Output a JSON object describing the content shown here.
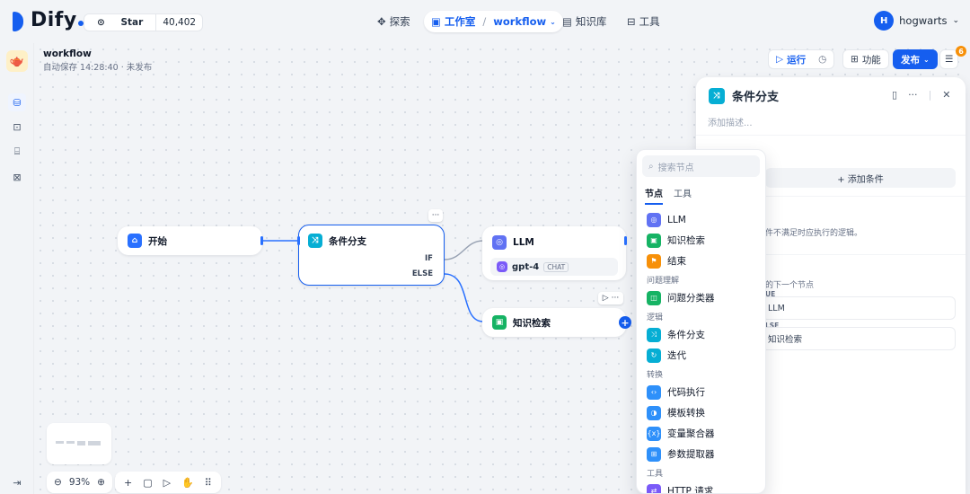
{
  "brand": {
    "name": "Dify"
  },
  "github": {
    "star_label": "Star",
    "count": "40,402"
  },
  "nav": {
    "explore": "探索",
    "studio": "工作室",
    "app_name": "workflow",
    "knowledge": "知识库",
    "tools": "工具"
  },
  "user": {
    "initial": "H",
    "name": "hogwarts"
  },
  "workflow": {
    "name": "workflow",
    "status": "自动保存 14:28:40 · 未发布"
  },
  "toolbar": {
    "run": "运行",
    "features": "功能",
    "publish": "发布",
    "badge": "6"
  },
  "nodes": {
    "start": "开始",
    "if_else": {
      "title": "条件分支",
      "if": "IF",
      "else": "ELSE"
    },
    "llm": {
      "title": "LLM",
      "model": "gpt-4",
      "mode": "CHAT"
    },
    "knowledge": "知识检索"
  },
  "panel": {
    "title": "条件分支",
    "description_placeholder": "添加描述...",
    "add_condition": "+ 添加条件",
    "else_hint": "件不满足时应执行的逻辑。",
    "next_hint": "的下一个节点",
    "route_true_label": "UE",
    "route_true_target": "LLM",
    "route_false_label": "LSE",
    "route_false_target": "知识检索"
  },
  "menu": {
    "search_placeholder": "搜索节点",
    "tabs": [
      "节点",
      "工具"
    ],
    "items": [
      {
        "type": "item",
        "label": "LLM",
        "color": "#6172f3",
        "glyph": "◎"
      },
      {
        "type": "item",
        "label": "知识检索",
        "color": "#16b364",
        "glyph": "▣"
      },
      {
        "type": "item",
        "label": "结束",
        "color": "#f79009",
        "glyph": "⚑"
      },
      {
        "type": "group",
        "label": "问题理解"
      },
      {
        "type": "item",
        "label": "问题分类器",
        "color": "#16b364",
        "glyph": "◫"
      },
      {
        "type": "group",
        "label": "逻辑"
      },
      {
        "type": "item",
        "label": "条件分支",
        "color": "#06aed4",
        "glyph": "⤨"
      },
      {
        "type": "item",
        "label": "迭代",
        "color": "#06aed4",
        "glyph": "↻"
      },
      {
        "type": "group",
        "label": "转换"
      },
      {
        "type": "item",
        "label": "代码执行",
        "color": "#2e90fa",
        "glyph": "‹›"
      },
      {
        "type": "item",
        "label": "模板转换",
        "color": "#2e90fa",
        "glyph": "◑"
      },
      {
        "type": "item",
        "label": "变量聚合器",
        "color": "#2e90fa",
        "glyph": "{x}"
      },
      {
        "type": "item",
        "label": "参数提取器",
        "color": "#2e90fa",
        "glyph": "⊞"
      },
      {
        "type": "group",
        "label": "工具"
      },
      {
        "type": "item",
        "label": "HTTP 请求",
        "color": "#7a5af8",
        "glyph": "⇄"
      }
    ]
  },
  "zoom": {
    "level": "93%"
  },
  "colors": {
    "accent": "#155eef",
    "canvas": "#f2f4f7"
  }
}
